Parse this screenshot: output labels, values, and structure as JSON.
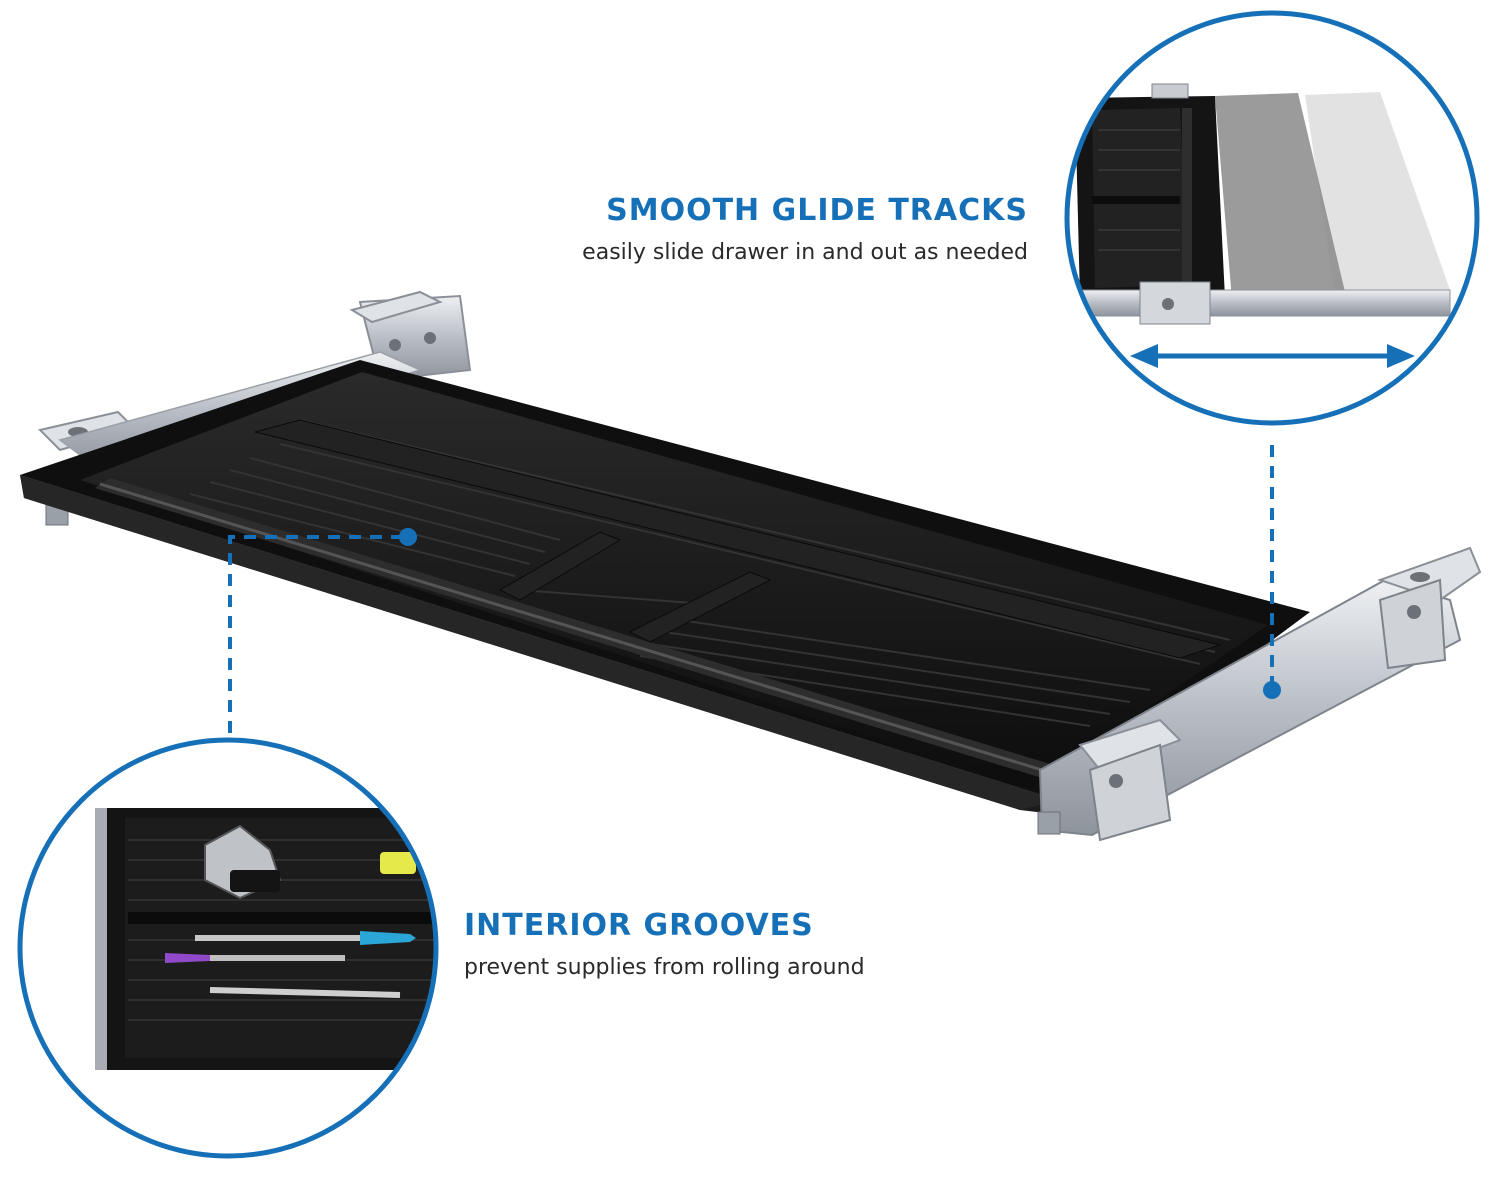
{
  "features": {
    "glide": {
      "title": "SMOOTH GLIDE TRACKS",
      "description": "easily slide drawer in and out as needed"
    },
    "grooves": {
      "title": "INTERIOR GROOVES",
      "description": "prevent supplies from rolling around"
    }
  },
  "colors": {
    "accent": "#1670b8",
    "drawer": "#151515",
    "rail": "#c9ccd1",
    "background": "#ffffff"
  },
  "icons": {
    "glide": "double-arrow-icon"
  }
}
